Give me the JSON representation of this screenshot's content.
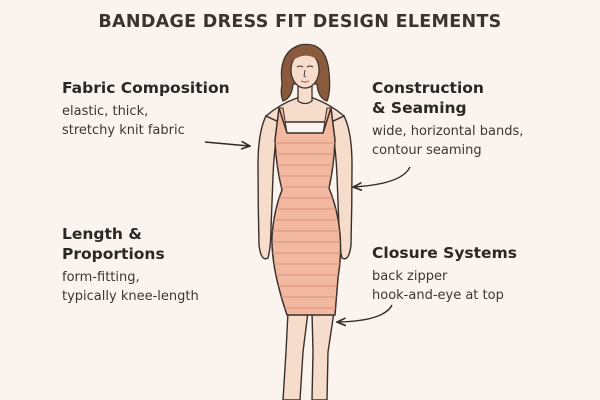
{
  "title": "BANDAGE DRESS FIT DESIGN ELEMENTS",
  "sections": [
    {
      "heading": [
        "Fabric Composition"
      ],
      "body": [
        "elastic, thick,",
        "stretchy knit fabric"
      ]
    },
    {
      "heading": [
        "Construction",
        "& Seaming"
      ],
      "body": [
        "wide, horizontal bands,",
        "contour seaming"
      ]
    },
    {
      "heading": [
        "Length &",
        "Proportions"
      ],
      "body": [
        "form-fitting,",
        "typically knee-length"
      ]
    },
    {
      "heading": [
        "Closure Systems"
      ],
      "body": [
        "back zipper",
        "hook-and-eye at top"
      ]
    }
  ],
  "colors": {
    "background": "#fbf4ee",
    "dress": "#f2b9a0",
    "dress_bands": "#d8937a",
    "skin": "#f6dccb",
    "hair": "#8a5a3c",
    "outline": "#3a302b"
  }
}
